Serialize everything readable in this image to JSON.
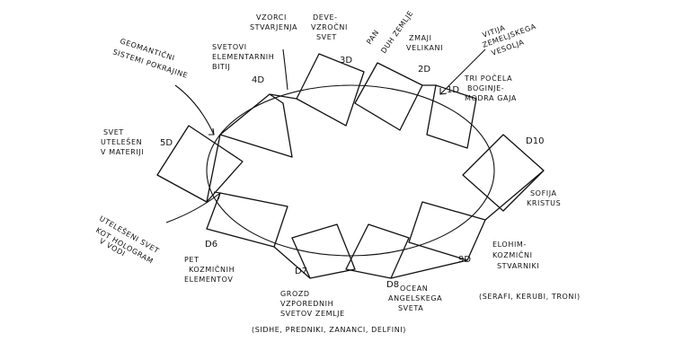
{
  "dimensions": {
    "d1": "1D",
    "d2": "2D",
    "d3": "3D",
    "d4": "4D",
    "d5": "5D",
    "d6": "D6",
    "d7": "D7",
    "d8": "D8",
    "d9": "9D",
    "d10": "D10"
  },
  "labels": {
    "geomanticni": [
      "GEOMANTIČNI",
      "SISTEMI POKRAJINE"
    ],
    "vzorci": [
      "VZORCI",
      "STVARJENJA"
    ],
    "svetovi": [
      "SVETOVI",
      "ELEMENTARNIH",
      "BITIJ"
    ],
    "devevzrocni": [
      "DEVE-",
      "VZROČNI",
      "SVET"
    ],
    "pan": [
      "PAN",
      "DUH ZEMLJE"
    ],
    "zmaji": [
      "ZMAJI",
      "VELIKANI"
    ],
    "vitija": [
      "VITIJA",
      "ZEMELJSKEGA",
      "VESOLJA"
    ],
    "tripocela": [
      "TRI POČELA",
      "BOGINJE-",
      "MODRA GAJA"
    ],
    "svetutelesen": [
      "SVET",
      "UTELEŠEN",
      "V MATERIJI"
    ],
    "sofija": [
      "SOFIJA",
      "KRISTUS"
    ],
    "utelesenisvet": [
      "UTELEŠENI SVET",
      "KOT HOLOGRAM",
      "V VODI"
    ],
    "elohim": [
      "ELOHIM-",
      "KOZMIČNI",
      "STVARNIKI",
      "(SERAFI, KERUBI, TRONI)"
    ],
    "pet": [
      "PET",
      "KOZMIČNIH",
      "ELEMENTOV"
    ],
    "grozd": [
      "GROZD",
      "VZPOREDNIH",
      "SVETOV ZEMLJE",
      "(SIDHE, PREDNIKI, ZANANCI, DELFINI)"
    ],
    "ocean": [
      "OCEAN",
      "ANGELSKEGA",
      "SVETA"
    ]
  }
}
